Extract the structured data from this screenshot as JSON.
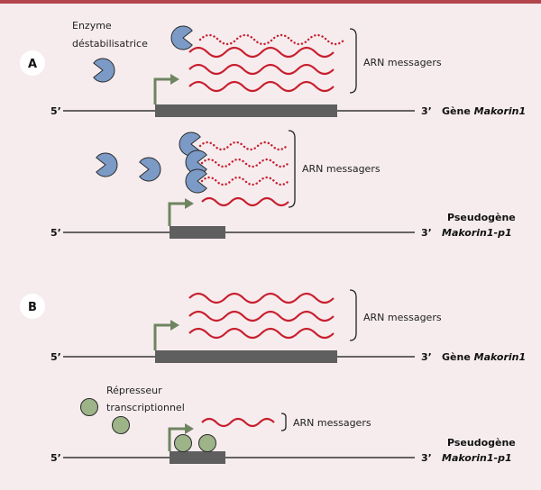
{
  "colors": {
    "top_bar": "#b3464c",
    "background": "#f6ecee",
    "mrna": "#c81f2e",
    "enzyme": "#7b9ac6",
    "repressor": "#9db388",
    "gene_box": "#5f5f5f",
    "promoter_arrow": "#6e8560"
  },
  "panel_a": {
    "letter": "A",
    "enzyme_label_line1": "Enzyme",
    "enzyme_label_line2": "déstabilisatrice",
    "gene_rna_label": "ARN messagers",
    "gene_five": "5’",
    "gene_three": "3’",
    "gene_label_prefix": "Gène ",
    "gene_label_name": "Makorin1",
    "pseudo_rna_label": "ARN messagers",
    "pseudo_five": "5’",
    "pseudo_three": "3’",
    "pseudo_label_line1": "Pseudogène",
    "pseudo_label_line2": "Makorin1-p1"
  },
  "panel_b": {
    "letter": "B",
    "gene_rna_label": "ARN messagers",
    "gene_five": "5’",
    "gene_three": "3’",
    "gene_label_prefix": "Gène ",
    "gene_label_name": "Makorin1",
    "repressor_label_line1": "Répresseur",
    "repressor_label_line2": "transcriptionnel",
    "pseudo_rna_label": "ARN messagers",
    "pseudo_five": "5’",
    "pseudo_three": "3’",
    "pseudo_label_line1": "Pseudogène",
    "pseudo_label_line2": "Makorin1-p1"
  }
}
